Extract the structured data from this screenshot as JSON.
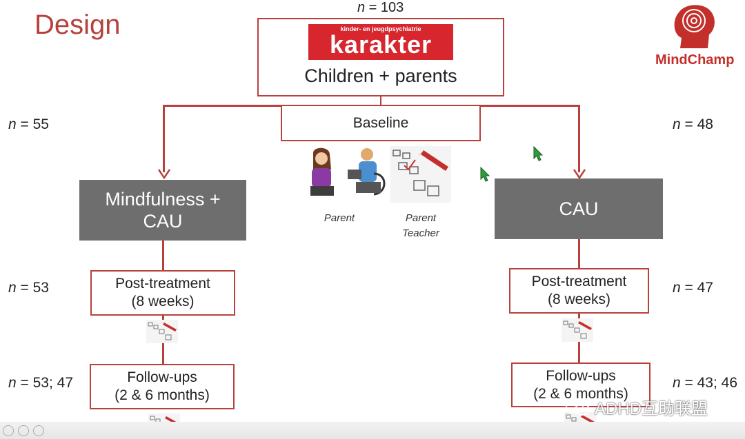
{
  "title": "Design",
  "total_n": "n = 103",
  "top_box": {
    "logo_small": "kinder- en jeugdpsychiatrie",
    "logo_big": "karakter",
    "label": "Children + parents"
  },
  "baseline_label": "Baseline",
  "left": {
    "n_alloc": "n = 55",
    "arm_label_1": "Mindfulness +",
    "arm_label_2": "CAU",
    "n_post": "n = 53",
    "post_1": "Post-treatment",
    "post_2": "(8 weeks)",
    "n_follow": "n = 53; 47",
    "follow_1": "Follow-ups",
    "follow_2": "(2 & 6 months)"
  },
  "right": {
    "n_alloc": "n = 48",
    "arm_label": "CAU",
    "n_post": "n = 47",
    "post_1": "Post-treatment",
    "post_2": "(8 weeks)",
    "n_follow": "n = 43; 46",
    "follow_1": "Follow-ups",
    "follow_2": "(2 & 6 months)"
  },
  "informants": {
    "caption_1": "Parent",
    "caption_2a": "Parent",
    "caption_2b": "Teacher"
  },
  "brand": "MindChamp",
  "watermark": "ADHD互助联盟",
  "colors": {
    "accent": "#b8413c",
    "arm_fill": "#6e6e6e",
    "logo_red": "#d7262e"
  }
}
